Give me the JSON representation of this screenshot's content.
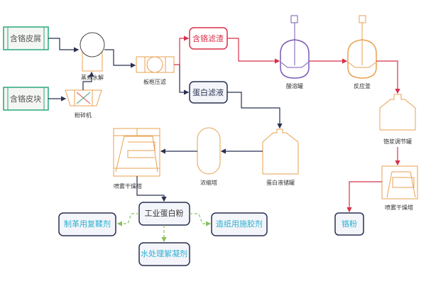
{
  "colors": {
    "green": "#2aa87a",
    "orange": "#e8a050",
    "red": "#d8304a",
    "navy": "#2a3050",
    "purple": "#7a5ab0",
    "cyan": "#2ab0d0",
    "lightgreen": "#8ac060"
  },
  "inputs": {
    "scraps": "含铬皮屑",
    "chunks": "含铬皮块"
  },
  "equipment": {
    "hydrolysis": "蒸煮水解",
    "crusher": "粉碎机",
    "filter_press": "板框压滤",
    "acid_tank": "酸溶罐",
    "reactor": "反应釜",
    "chrome_tank": "铬浆调节罐",
    "spray_dryer_right": "喷雾干燥塔",
    "storage_tank": "蛋白液储罐",
    "concentrator": "浓缩塔",
    "spray_dryer_left": "喷雾干燥塔"
  },
  "nodes": {
    "chrome_residue": "含铬滤渣",
    "protein_filtrate": "蛋白滤液",
    "chrome_powder": "铬粉",
    "protein_powder": "工业蛋白粉"
  },
  "products": {
    "retanning": "制革用复鞣剂",
    "sizing": "造纸用施胶剂",
    "flocculant": "水处理絮凝剂"
  }
}
